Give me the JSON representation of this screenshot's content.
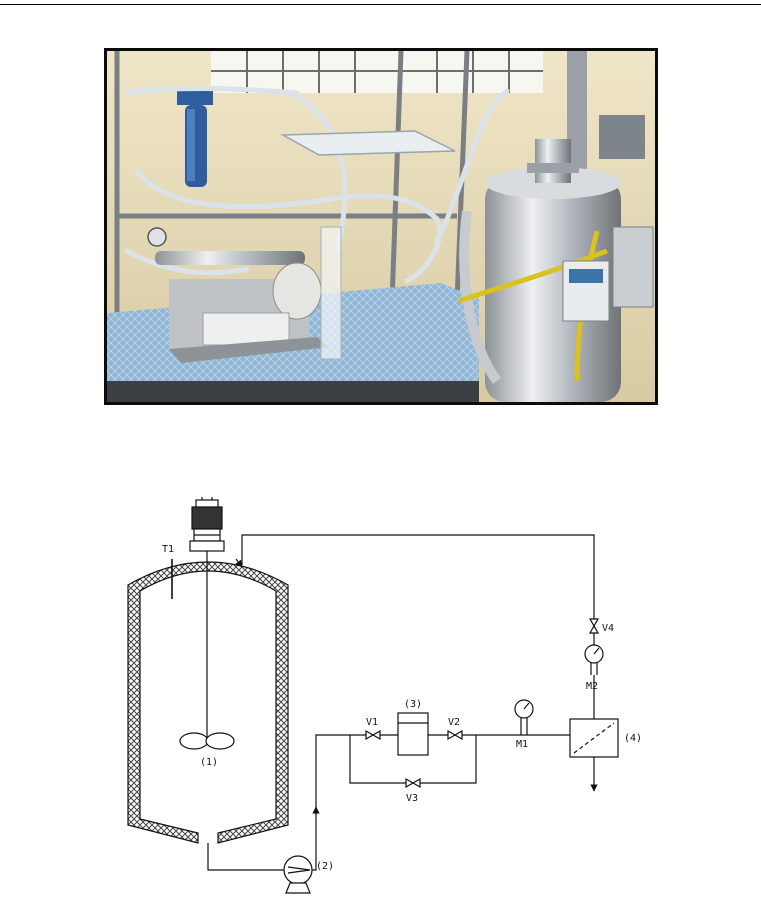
{
  "colors": {
    "line": "#111111",
    "insulation_hatch": "#444444",
    "bench_blue": "#8fb5d4",
    "steel": "#c9ccd0",
    "wall": "#e8dcb8",
    "filter_blue": "#2f5d9e"
  },
  "diagram": {
    "labels": {
      "t1": "T1",
      "tank": "(1)",
      "pump": "(2)",
      "unit3": "(3)",
      "unit4": "(4)",
      "v1": "V1",
      "v2": "V2",
      "v3": "V3",
      "v4": "V4",
      "m1": "M1",
      "m2": "M2"
    }
  }
}
